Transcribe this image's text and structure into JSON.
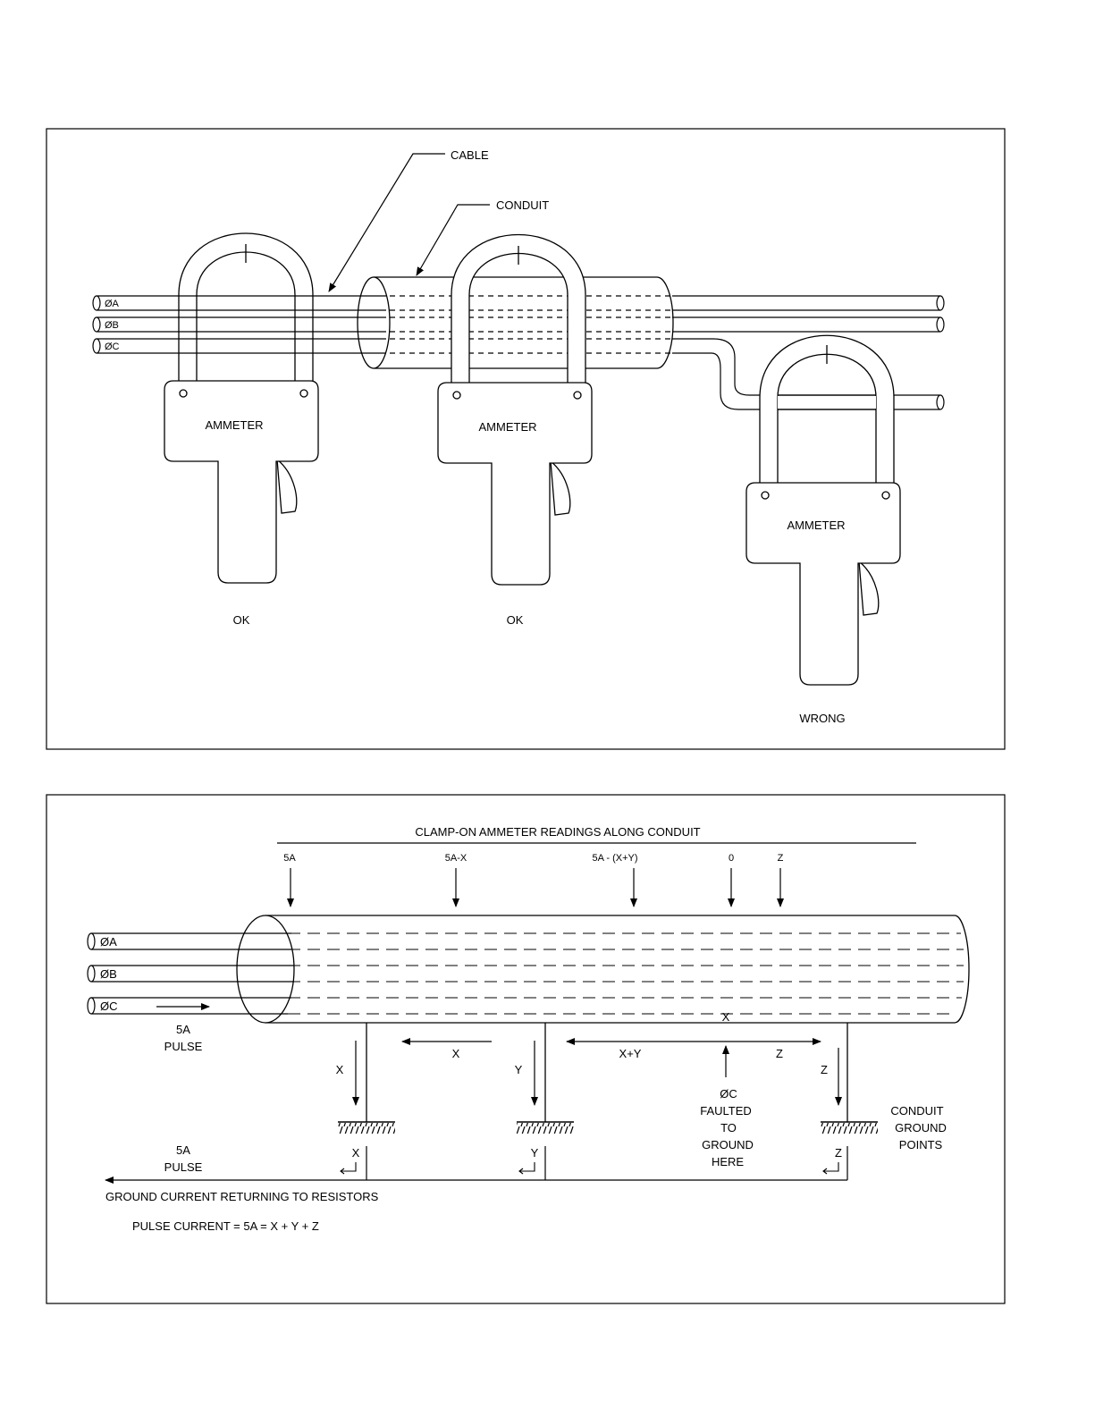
{
  "figure1": {
    "cable_label": "CABLE",
    "conduit_label": "CONDUIT",
    "phases": [
      "ØA",
      "ØB",
      "ØC"
    ],
    "ammeter_label": "AMMETER",
    "captions": [
      "OK",
      "OK",
      "WRONG"
    ]
  },
  "figure2": {
    "title": "CLAMP-ON AMMETER READINGS ALONG CONDUIT",
    "readings": [
      "5A",
      "5A-X",
      "5A - (X+Y)",
      "0",
      "Z"
    ],
    "phases": [
      "ØA",
      "ØB",
      "ØC"
    ],
    "pulse_top": [
      "5A",
      "PULSE"
    ],
    "pulse_bottom": [
      "5A",
      "PULSE"
    ],
    "flow_x": "X",
    "flow_xy": "X+Y",
    "flow_z": "Z",
    "fault_mark": "X",
    "fault_text": [
      "ØC",
      "FAULTED",
      "TO",
      "GROUND",
      "HERE"
    ],
    "ground_currents": [
      "X",
      "Y",
      "Z"
    ],
    "ground_points": [
      "CONDUIT",
      "GROUND",
      "POINTS"
    ],
    "return_label": "GROUND CURRENT RETURNING TO RESISTORS",
    "formula": "PULSE CURRENT = 5A = X + Y + Z"
  }
}
